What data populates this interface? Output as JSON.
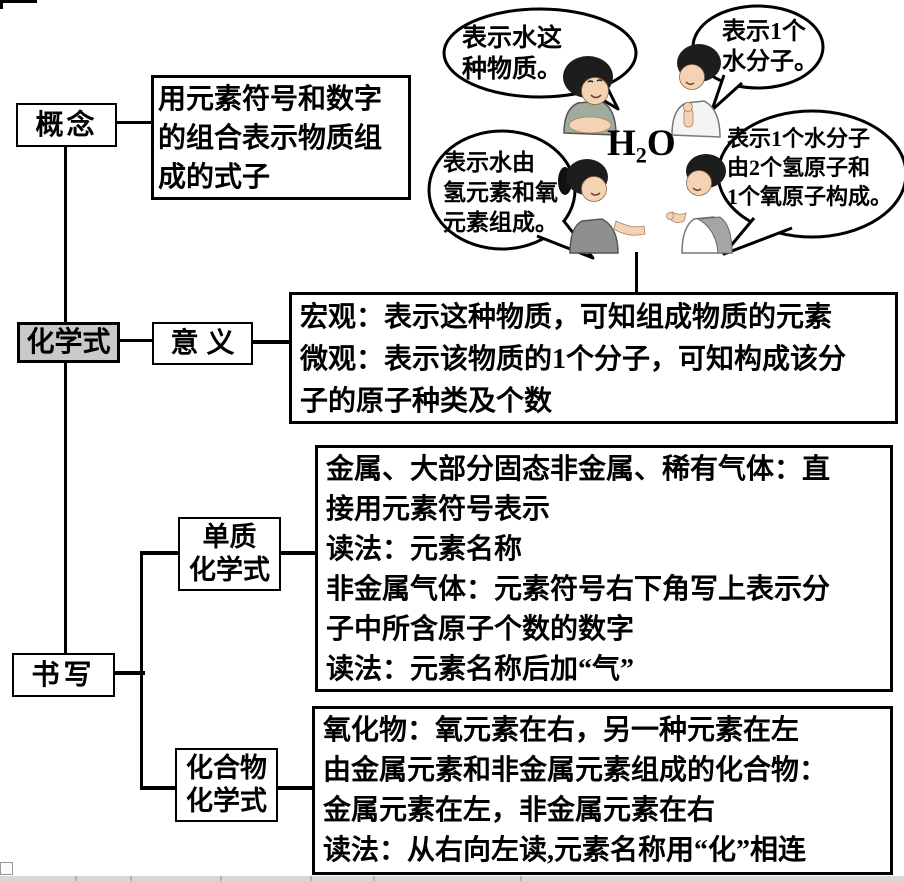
{
  "diagram": {
    "nodes": {
      "concept": "概念",
      "formula": "化学式",
      "meaning": "意义",
      "writing": "书写",
      "element_formula": "单质\n化学式",
      "compound_formula": "化合物\n化学式"
    },
    "boxes": {
      "definition": "用元素符号和数字\n的组合表示物质组\n成的式子",
      "meaning_detail": "宏观：表示这种物质，可知组成物质的元素\n微观：表示该物质的1个分子，可知构成该分\n子的原子种类及个数",
      "element_detail": "金属、大部分固态非金属、稀有气体：直\n接用元素符号表示\n读法：元素名称\n非金属气体：元素符号右下角写上表示分\n子中所含原子个数的数字\n读法：元素名称后加“气”",
      "compound_detail": "氧化物：氧元素在右，另一种元素在左\n由金属元素和非金属元素组成的化合物：\n金属元素在左，非金属元素在右\n读法：从右向左读,元素名称用“化”相连"
    },
    "illustration": {
      "formula_label": "H₂O",
      "bubbles": {
        "top_left": "表示水这\n种物质。",
        "top_right": "表示1个\n水分子。",
        "mid_left": "表示水由\n氢元素和氧\n元素组成。",
        "mid_right": "表示1个水分子\n由2个氢原子和\n1个氧原子构成。"
      },
      "figures": [
        "boy-talking",
        "boy-listening",
        "girl-talking",
        "boy-pointing"
      ]
    },
    "colors": {
      "highlight_node_bg": "#c9c9c9",
      "line": "#000000"
    }
  }
}
